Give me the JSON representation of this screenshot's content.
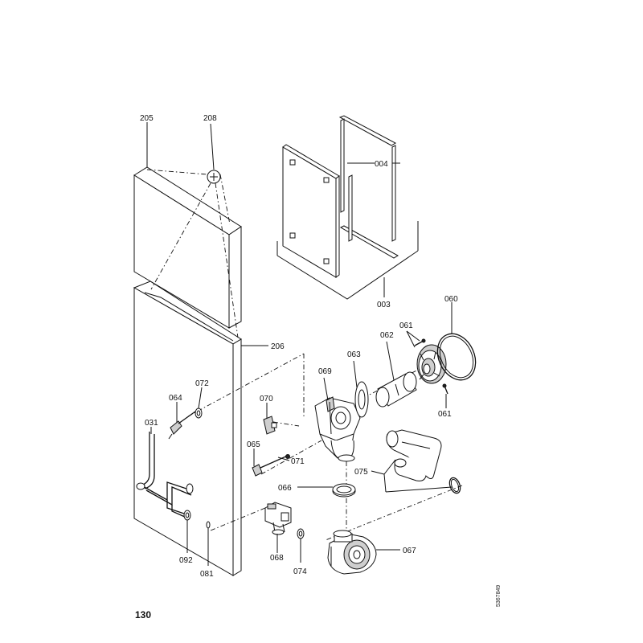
{
  "page_number": "130",
  "reference_code": "5367849",
  "labels": {
    "l205": "205",
    "l208": "208",
    "l004": "004",
    "l003": "003",
    "l206": "206",
    "l060": "060",
    "l061a": "061",
    "l061b": "061",
    "l062": "062",
    "l063": "063",
    "l069": "069",
    "l072": "072",
    "l064": "064",
    "l070": "070",
    "l031": "031",
    "l065": "065",
    "l071": "071",
    "l066": "066",
    "l075": "075",
    "l067": "067",
    "l068": "068",
    "l074": "074",
    "l092": "092",
    "l081": "081"
  }
}
